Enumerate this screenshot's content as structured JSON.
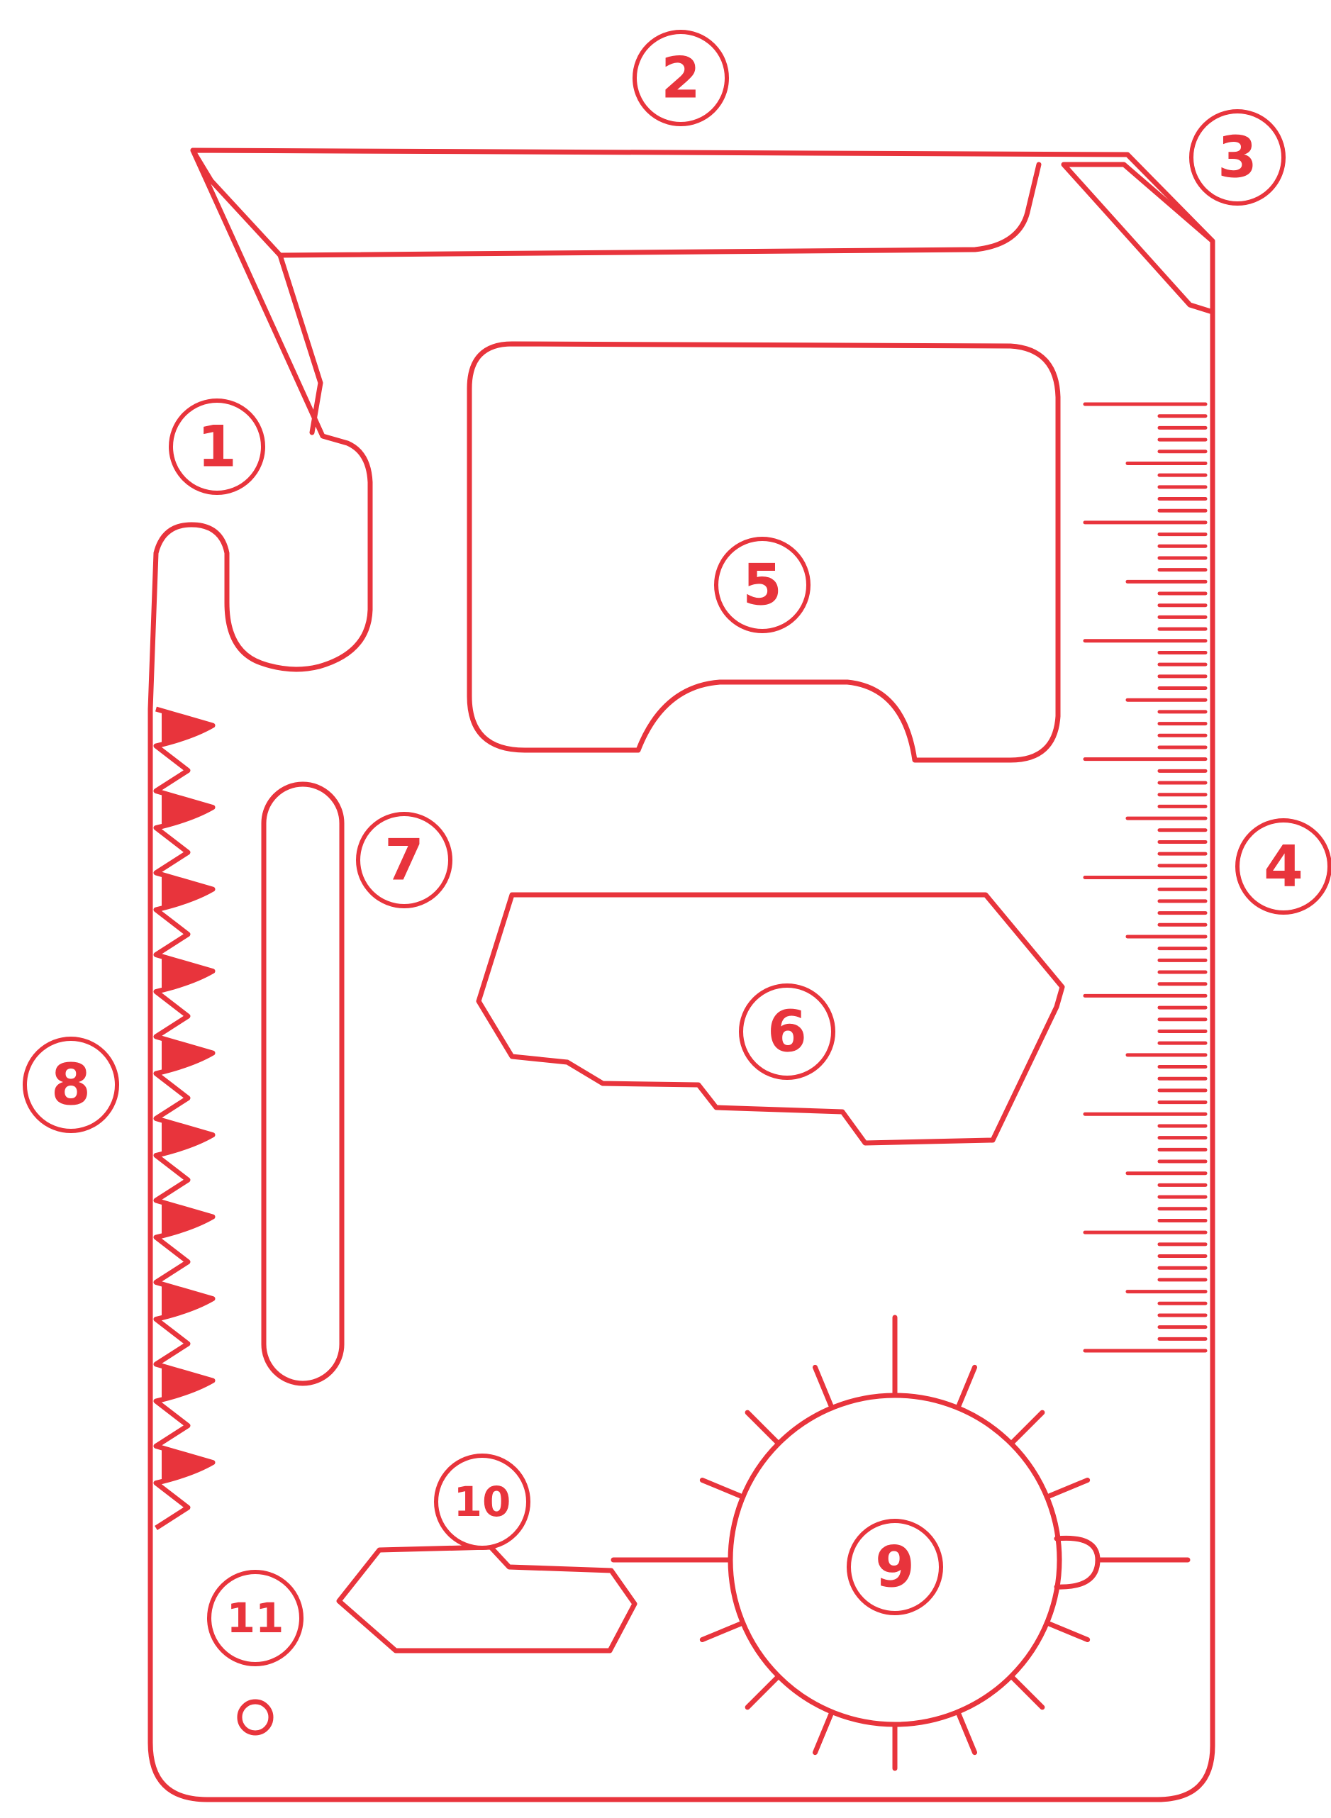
{
  "colors": {
    "line": "#e8343c",
    "background": "#ffffff"
  },
  "callouts": [
    {
      "id": "1",
      "label": "1"
    },
    {
      "id": "2",
      "label": "2"
    },
    {
      "id": "3",
      "label": "3"
    },
    {
      "id": "4",
      "label": "4"
    },
    {
      "id": "5",
      "label": "5"
    },
    {
      "id": "6",
      "label": "6"
    },
    {
      "id": "7",
      "label": "7"
    },
    {
      "id": "8",
      "label": "8"
    },
    {
      "id": "9",
      "label": "9"
    },
    {
      "id": "10",
      "label": "10"
    },
    {
      "id": "11",
      "label": "11"
    }
  ]
}
